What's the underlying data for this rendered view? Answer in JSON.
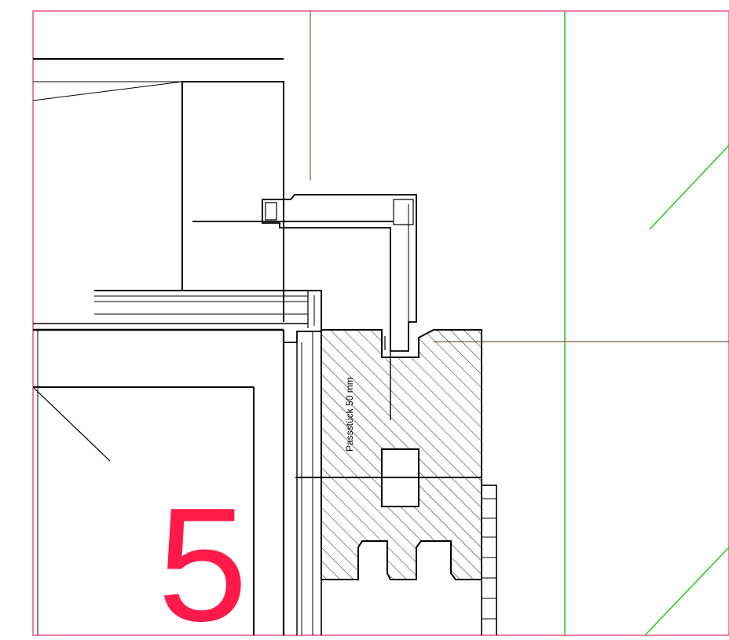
{
  "detail_number": "5",
  "annotation": "Passstück 50 mm",
  "colors": {
    "border": "#e0487f",
    "detail_number": "#ff1a4a",
    "guide_green": "#2ecc1f",
    "leader_brown": "#7a5a40",
    "line": "#000000"
  },
  "icons": {
    "hatch": "diagonal-hatch-pattern"
  }
}
